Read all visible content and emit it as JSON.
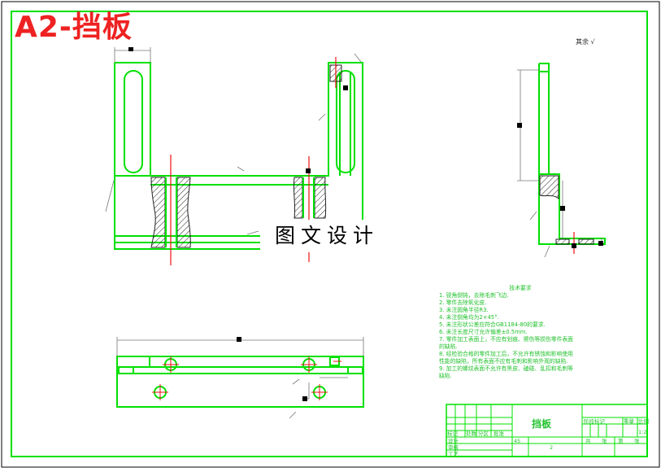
{
  "header": {
    "title": "A2-挡板"
  },
  "watermark": {
    "text": "图文设计"
  },
  "roughness_note": "其余",
  "technical_requirements": {
    "title": "技术要求",
    "items": [
      "1. 锐角倒钝，去除毛刺飞边.",
      "2. 零件去除氧化皮.",
      "3. 未注圆角半径R3.",
      "4. 未注倒角均为2×45°.",
      "5. 未注形状公差应符合GB1184-80的要求.",
      "6. 未注长度尺寸允许偏差±0.5mm.",
      "7. 零件加工表面上，不应有划痕、擦伤等损伤零件表面的缺陷.",
      "8. 经检验合格的零件加工后，不允许有锈蚀和影响使用性能的缺陷，所有表面不应有毛刺和影响外观的缺陷.",
      "9. 加工的螺纹表面不允许有黑皮、磕碰、乱扣和毛刺等缺陷."
    ]
  },
  "title_block": {
    "part_name": "挡板",
    "material": "45",
    "scale": "1:2",
    "quantity": "2",
    "labels": [
      "标记",
      "处数",
      "分区",
      "设计",
      "审核",
      "工艺",
      "批准",
      "阶段标记",
      "重量",
      "比例",
      "共",
      "张",
      "第",
      "张"
    ]
  },
  "colors": {
    "outline": "#00e000",
    "accent": "#ee1111",
    "dim": "#777777",
    "hatch": "#222222"
  }
}
